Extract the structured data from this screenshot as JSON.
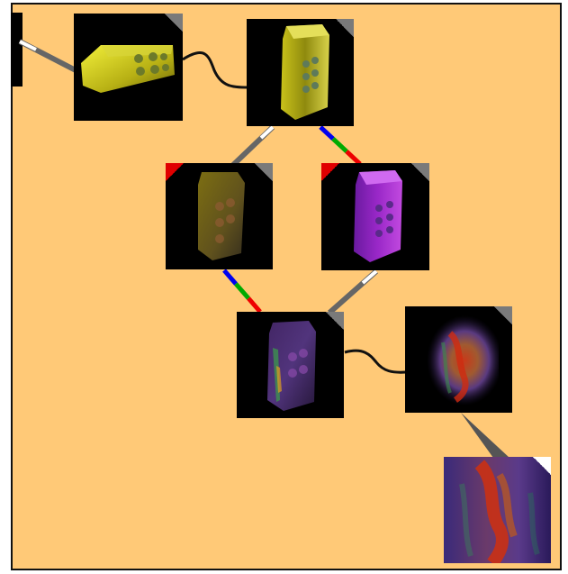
{
  "diagram": {
    "background_color": "#ffc977",
    "nodes": [
      {
        "id": "yellow-volume-tilted",
        "palette": "yellow",
        "corner": "gray",
        "flag": false
      },
      {
        "id": "yellow-volume-upright",
        "palette": "yellow",
        "corner": "gray",
        "flag": false
      },
      {
        "id": "yellow-volume-dim",
        "palette": "yellow-dim",
        "corner": "gray",
        "flag": true
      },
      {
        "id": "purple-volume",
        "palette": "purple",
        "corner": "gray",
        "flag": true
      },
      {
        "id": "blended-volume",
        "palette": "blend",
        "corner": "gray",
        "flag": false
      },
      {
        "id": "rainbow-volume",
        "palette": "rainbow",
        "corner": "gray",
        "flag": false
      },
      {
        "id": "rainbow-volume-zoom",
        "palette": "rainbow-zoom",
        "corner": "white",
        "flag": false
      }
    ],
    "edges": [
      {
        "from": "input",
        "to": "yellow-volume-tilted",
        "style": "gray-bar"
      },
      {
        "from": "yellow-volume-tilted",
        "to": "yellow-volume-upright",
        "style": "black-curve"
      },
      {
        "from": "yellow-volume-upright",
        "to": "yellow-volume-dim",
        "style": "gray-bar"
      },
      {
        "from": "yellow-volume-upright",
        "to": "purple-volume",
        "style": "rgb-bar"
      },
      {
        "from": "yellow-volume-dim",
        "to": "blended-volume",
        "style": "rgb-bar"
      },
      {
        "from": "purple-volume",
        "to": "blended-volume",
        "style": "gray-bar"
      },
      {
        "from": "blended-volume",
        "to": "rainbow-volume",
        "style": "black-curve"
      },
      {
        "from": "rainbow-volume",
        "to": "rainbow-volume-zoom",
        "style": "zoom-wedge"
      }
    ]
  }
}
